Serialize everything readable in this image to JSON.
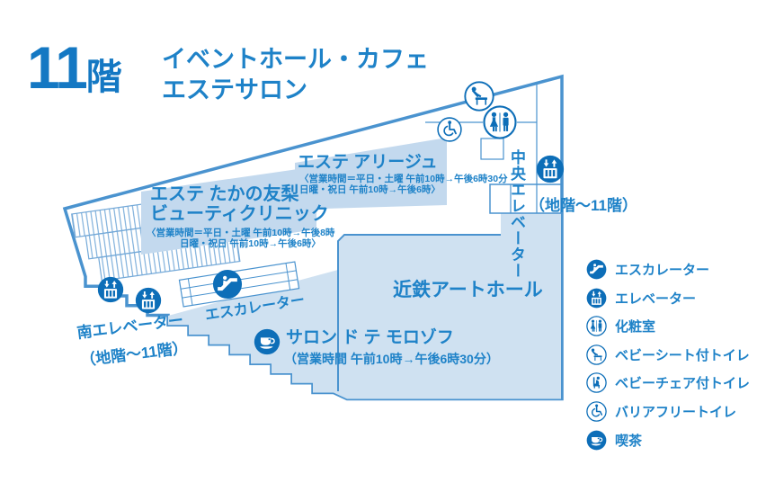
{
  "title": {
    "floor_number": "11",
    "floor_unit": "階",
    "line1": "イベントホール・カフェ",
    "line2": "エステサロン"
  },
  "map": {
    "tenants": {
      "takano": {
        "name_line1": "エステ たかの友梨",
        "name_line2": "ビューティクリニック",
        "hours_line1": "〈営業時間＝平日・土曜 午前10時→午後8時",
        "hours_line2": "日曜・祝日 午前10時→午後6時〉"
      },
      "ariage": {
        "name": "エステ アリージュ",
        "hours_line1": "〈営業時間＝平日・土曜 午前10時→午後6時30分",
        "hours_line2": "日曜・祝日 午前10時→午後6時〉"
      },
      "art_hall": {
        "name": "近鉄アートホール"
      },
      "morozoff": {
        "name": "サロン ド テ モロゾフ",
        "hours": "（営業時間 午前10時→午後6時30分）"
      }
    },
    "facilities": {
      "central_elevator": {
        "label": "中央エレベーター",
        "range": "（地階～11階）"
      },
      "south_elevator": {
        "label": "南エレベーター",
        "range": "（地階～11階）"
      },
      "escalator": {
        "label": "エスカレーター"
      }
    }
  },
  "legend": {
    "items": [
      {
        "icon": "escalator-icon",
        "label": "エスカレーター"
      },
      {
        "icon": "elevator-icon",
        "label": "エレベーター"
      },
      {
        "icon": "restroom-icon",
        "label": "化粧室"
      },
      {
        "icon": "baby-sheet-toilet-icon",
        "label": "ベビーシート付トイレ"
      },
      {
        "icon": "baby-chair-toilet-icon",
        "label": "ベビーチェア付トイレ"
      },
      {
        "icon": "barrier-free-toilet-icon",
        "label": "バリアフリートイレ"
      },
      {
        "icon": "cafe-icon",
        "label": "喫茶"
      }
    ]
  },
  "colors": {
    "primary": "#0d6eb8",
    "text": "#1e82c8",
    "outline": "#4a93cf",
    "fill_light": "#cfe1f1",
    "band": "#c3d9ee"
  }
}
